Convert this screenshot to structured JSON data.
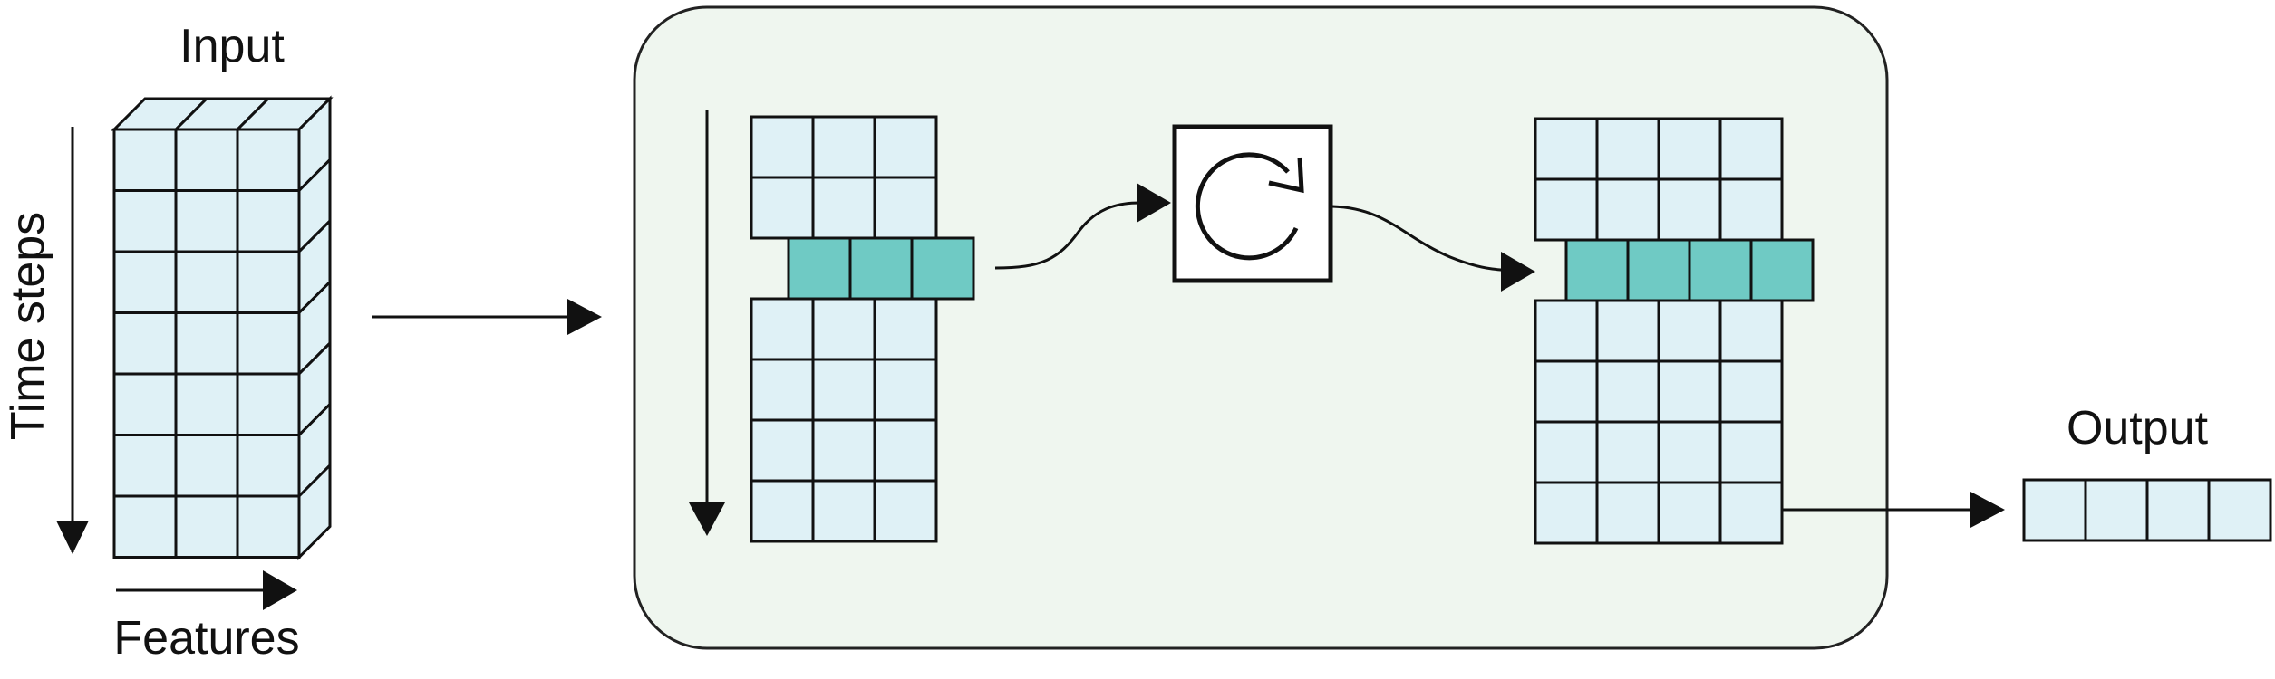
{
  "labels": {
    "input": "Input",
    "time_steps": "Time steps",
    "features": "Features",
    "output": "Output"
  },
  "colors": {
    "cell_light": "#dff1f6",
    "cell_highlight": "#6fcac4",
    "panel_fill": "#eff6ef",
    "stroke": "#111111",
    "panel_stroke": "#222222"
  },
  "icons": {
    "recurrent_step": "loop-arrow-icon"
  },
  "grids": {
    "input_tensor": {
      "rows": 7,
      "cols": 3
    },
    "source_sequence": {
      "rows_above": 2,
      "rows_below": 4,
      "cols": 3,
      "highlighted_rows": 1
    },
    "target_sequence": {
      "rows_above": 2,
      "rows_below": 4,
      "cols": 4,
      "highlighted_rows": 1
    },
    "output_vector": {
      "rows": 1,
      "cols": 4
    }
  }
}
